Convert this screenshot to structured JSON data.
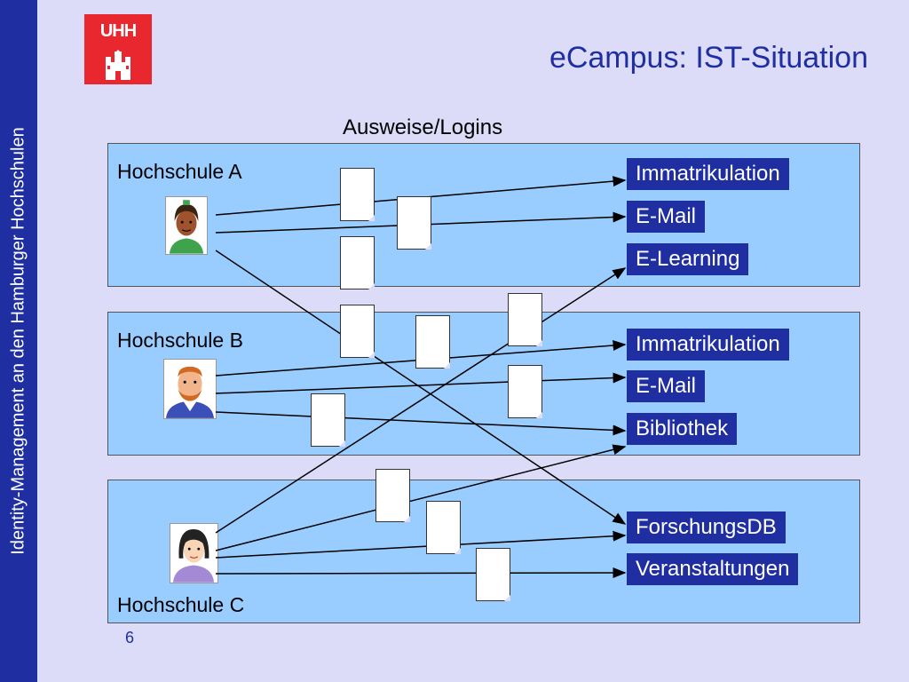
{
  "sidebar": {
    "text": "Identity-Management an den Hamburger Hochschulen"
  },
  "logo": {
    "text": "UHH"
  },
  "title": "eCampus: IST-Situation",
  "subtitle": "Ausweise/Logins",
  "universities": [
    {
      "label": "Hochschule A",
      "services": [
        "Immatrikulation",
        "E-Mail",
        "E-Learning"
      ]
    },
    {
      "label": "Hochschule B",
      "services": [
        "Immatrikulation",
        "E-Mail",
        "Bibliothek"
      ]
    },
    {
      "label": "Hochschule C",
      "services": [
        "ForschungsDB",
        "Veranstaltungen"
      ]
    }
  ],
  "page_number": "6",
  "colors": {
    "background": "#dcdcf8",
    "accent": "#1f2ea0",
    "box_fill": "#99ccff",
    "logo_red": "#e8282e"
  }
}
